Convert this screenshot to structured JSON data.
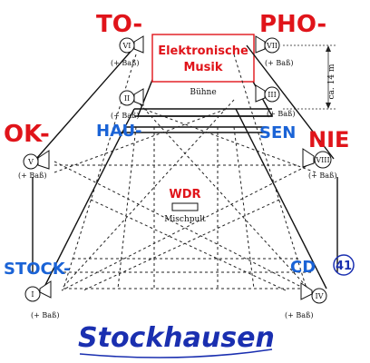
{
  "titles": {
    "to": "TO-",
    "pho": "PHO-",
    "ok": "OK-",
    "nie": "NIE",
    "hau": "HAU-",
    "sen": "SEN",
    "stock": "STOCK-",
    "cd": "CD",
    "cd_number": "41",
    "signature": "Stockhausen"
  },
  "stage": {
    "label_line1": "Elektronische",
    "label_line2": "Musik",
    "buehne": "Bühne",
    "distance": "ca. 14 m"
  },
  "center": {
    "wdr": "WDR",
    "mischpult": "Mischpult"
  },
  "speakers": [
    {
      "id": "I",
      "label": "I",
      "bass": "(+ Baß)"
    },
    {
      "id": "II",
      "label": "II",
      "bass": "(+ Baß)"
    },
    {
      "id": "III",
      "label": "III",
      "bass": "(+ Baß)"
    },
    {
      "id": "IV",
      "label": "IV",
      "bass": "(+ Baß)"
    },
    {
      "id": "V",
      "label": "V",
      "bass": "(+ Baß)"
    },
    {
      "id": "VI",
      "label": "VI",
      "bass": "(+ Baß)"
    },
    {
      "id": "VII",
      "label": "VII",
      "bass": "(+ Baß)"
    },
    {
      "id": "VIII",
      "label": "VIII",
      "bass": "(+ Baß)"
    }
  ],
  "colors": {
    "red": "#e0141a",
    "blue": "#1a63d6",
    "navy": "#1a2fb0"
  }
}
